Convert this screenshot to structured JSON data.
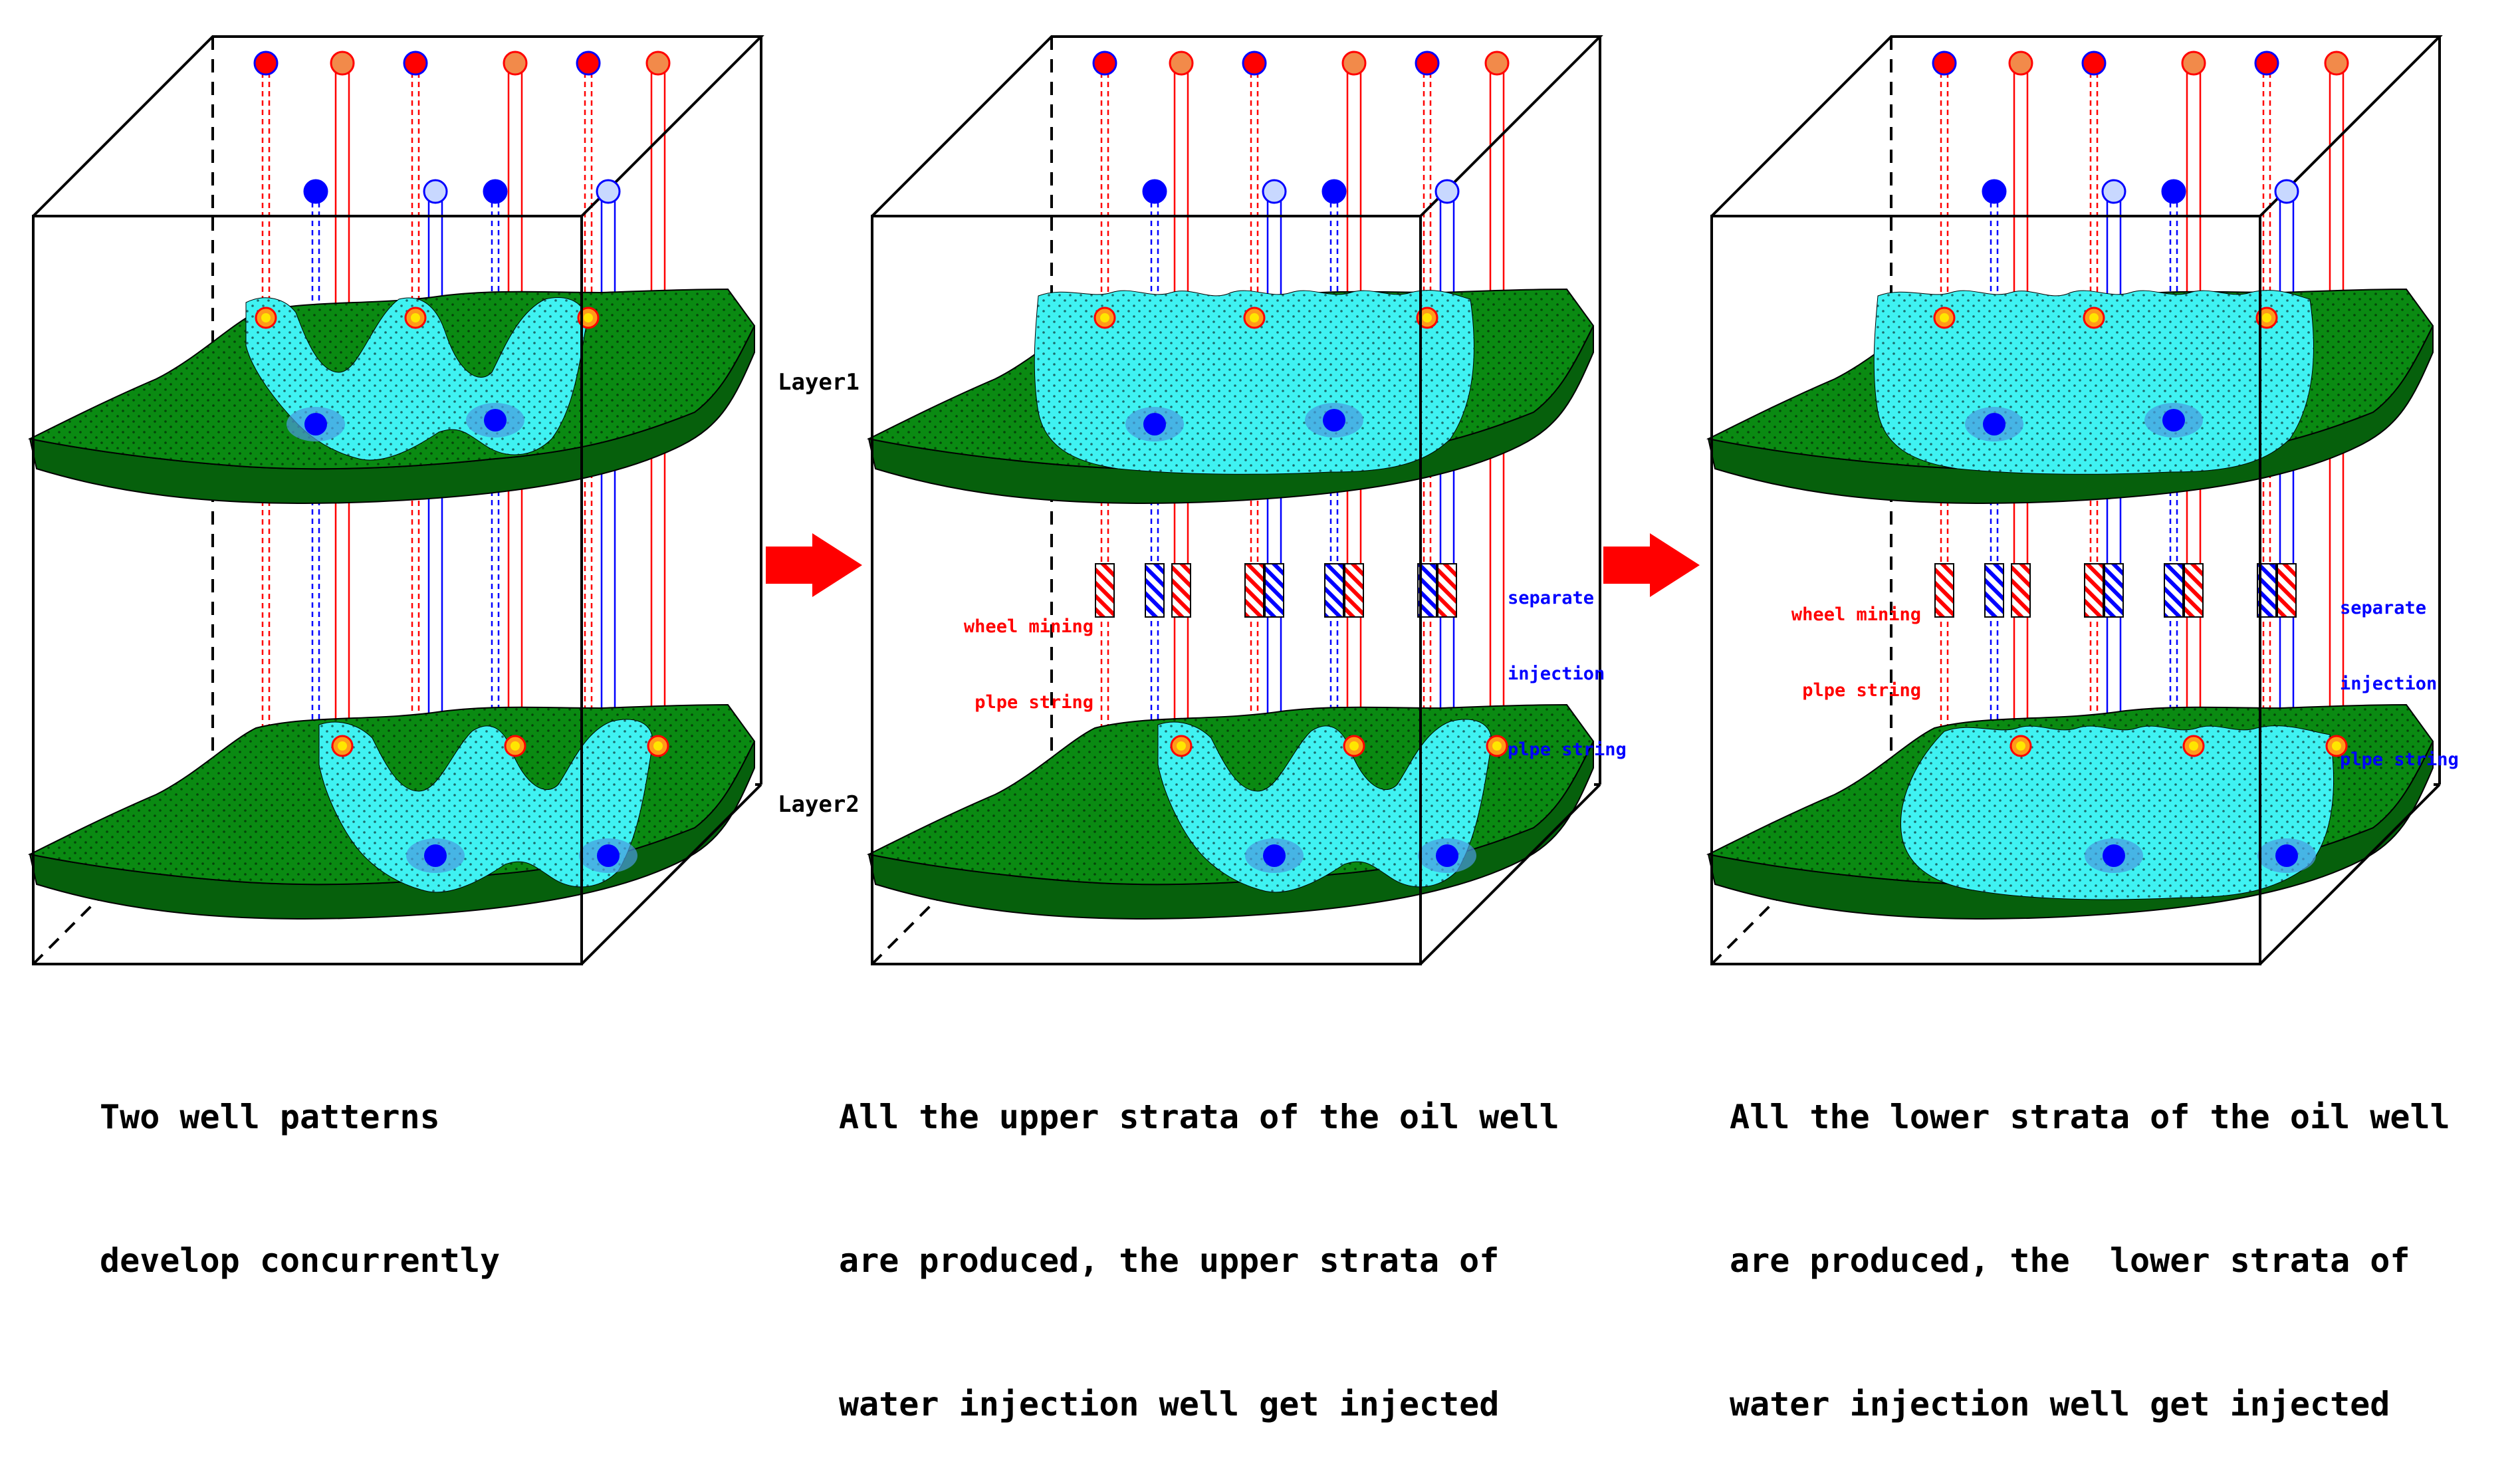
{
  "colors": {
    "formation": "#0a8a12",
    "formation_dark": "#06600c",
    "water_flood": "#3ff2f2",
    "water_center": "#4a9be0",
    "injection_well": "#0000ff",
    "production_well": "#ff0000",
    "production_head": "#f28a4a",
    "arrow": "#ff0000"
  },
  "layers": {
    "layer1": "Layer1",
    "layer2": "Layer2"
  },
  "annotations": {
    "panel2_left": [
      "wheel mining",
      "plpe string"
    ],
    "panel2_right": [
      "separate",
      "injection",
      "plpe string"
    ],
    "panel3_left": [
      "wheel mining",
      "plpe string"
    ],
    "panel3_right": [
      "separate",
      "injection",
      "plpe string"
    ]
  },
  "panels": [
    {
      "id": "p1",
      "caption": [
        "Two well patterns",
        "develop concurrently"
      ]
    },
    {
      "id": "p2",
      "caption": [
        "All the upper strata of the oil well",
        "are produced, the upper strata of",
        "water injection well get injected"
      ]
    },
    {
      "id": "p3",
      "caption": [
        "All the lower strata of the oil well",
        "are produced, the  lower strata of",
        "water injection well get injected"
      ]
    }
  ]
}
